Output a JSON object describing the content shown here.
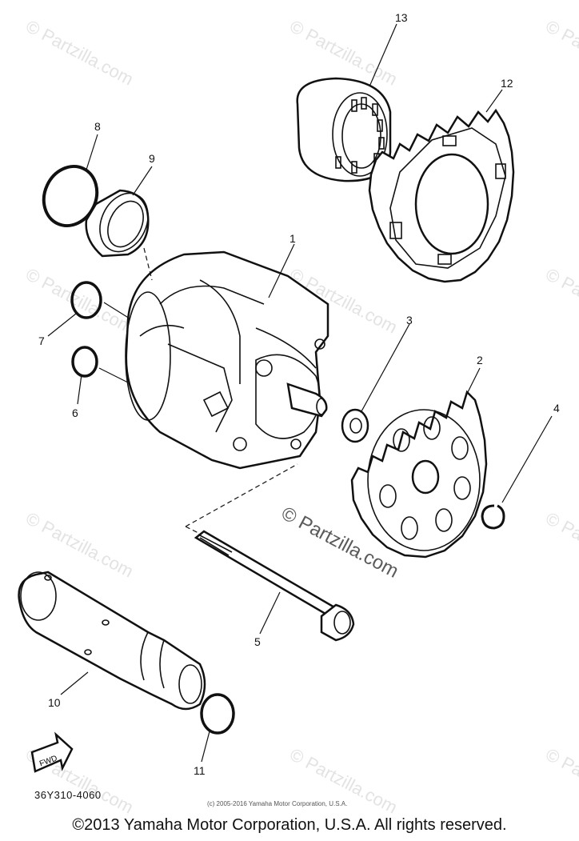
{
  "watermarks": [
    "© Partzilla.com"
  ],
  "center_watermark": "© Partzilla.com",
  "callouts": [
    "1",
    "2",
    "3",
    "4",
    "5",
    "6",
    "7",
    "8",
    "9",
    "10",
    "11",
    "12",
    "13"
  ],
  "fwd_label": "FWD",
  "doc_code": "36Y310-4060",
  "small_copyright": "(c) 2005-2016 Yamaha Motor Corporation, U.S.A.",
  "copyright": "©2013 Yamaha Motor Corporation, U.S.A. All rights reserved."
}
